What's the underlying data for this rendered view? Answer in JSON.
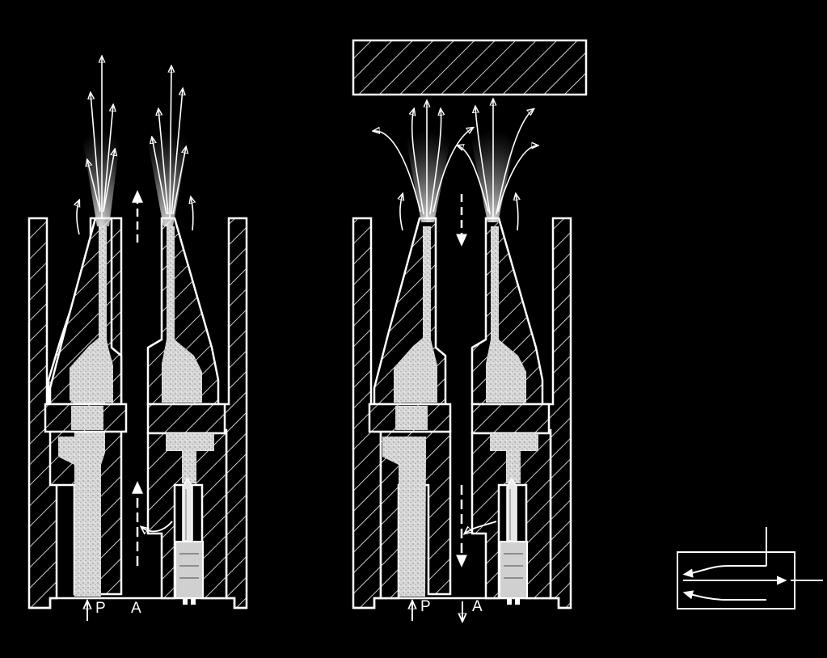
{
  "figure": {
    "background": "#000000",
    "ink": "#ffffff",
    "left_assembly": {
      "state": "open",
      "port_labels": {
        "supply": "P",
        "outlet": "A"
      }
    },
    "right_assembly": {
      "state": "blocked",
      "port_labels": {
        "supply": "P",
        "outlet": "A"
      }
    },
    "symbol": {
      "name": "valve-symbol"
    }
  }
}
